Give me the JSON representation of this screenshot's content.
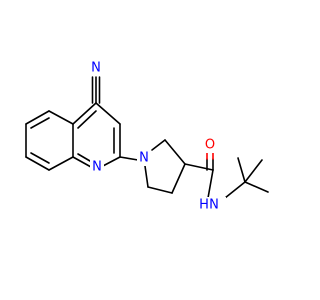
{
  "molecule": {
    "atoms": [
      {
        "label": "N",
        "color": "#0000ff"
      },
      {
        "label": "N",
        "color": "#0000ff"
      },
      {
        "label": "N",
        "color": "#0000ff"
      },
      {
        "label": "O",
        "color": "#ff0000"
      },
      {
        "label": "N",
        "color": "#0000ff"
      },
      {
        "label": "H",
        "color": "#0000ff"
      }
    ]
  }
}
